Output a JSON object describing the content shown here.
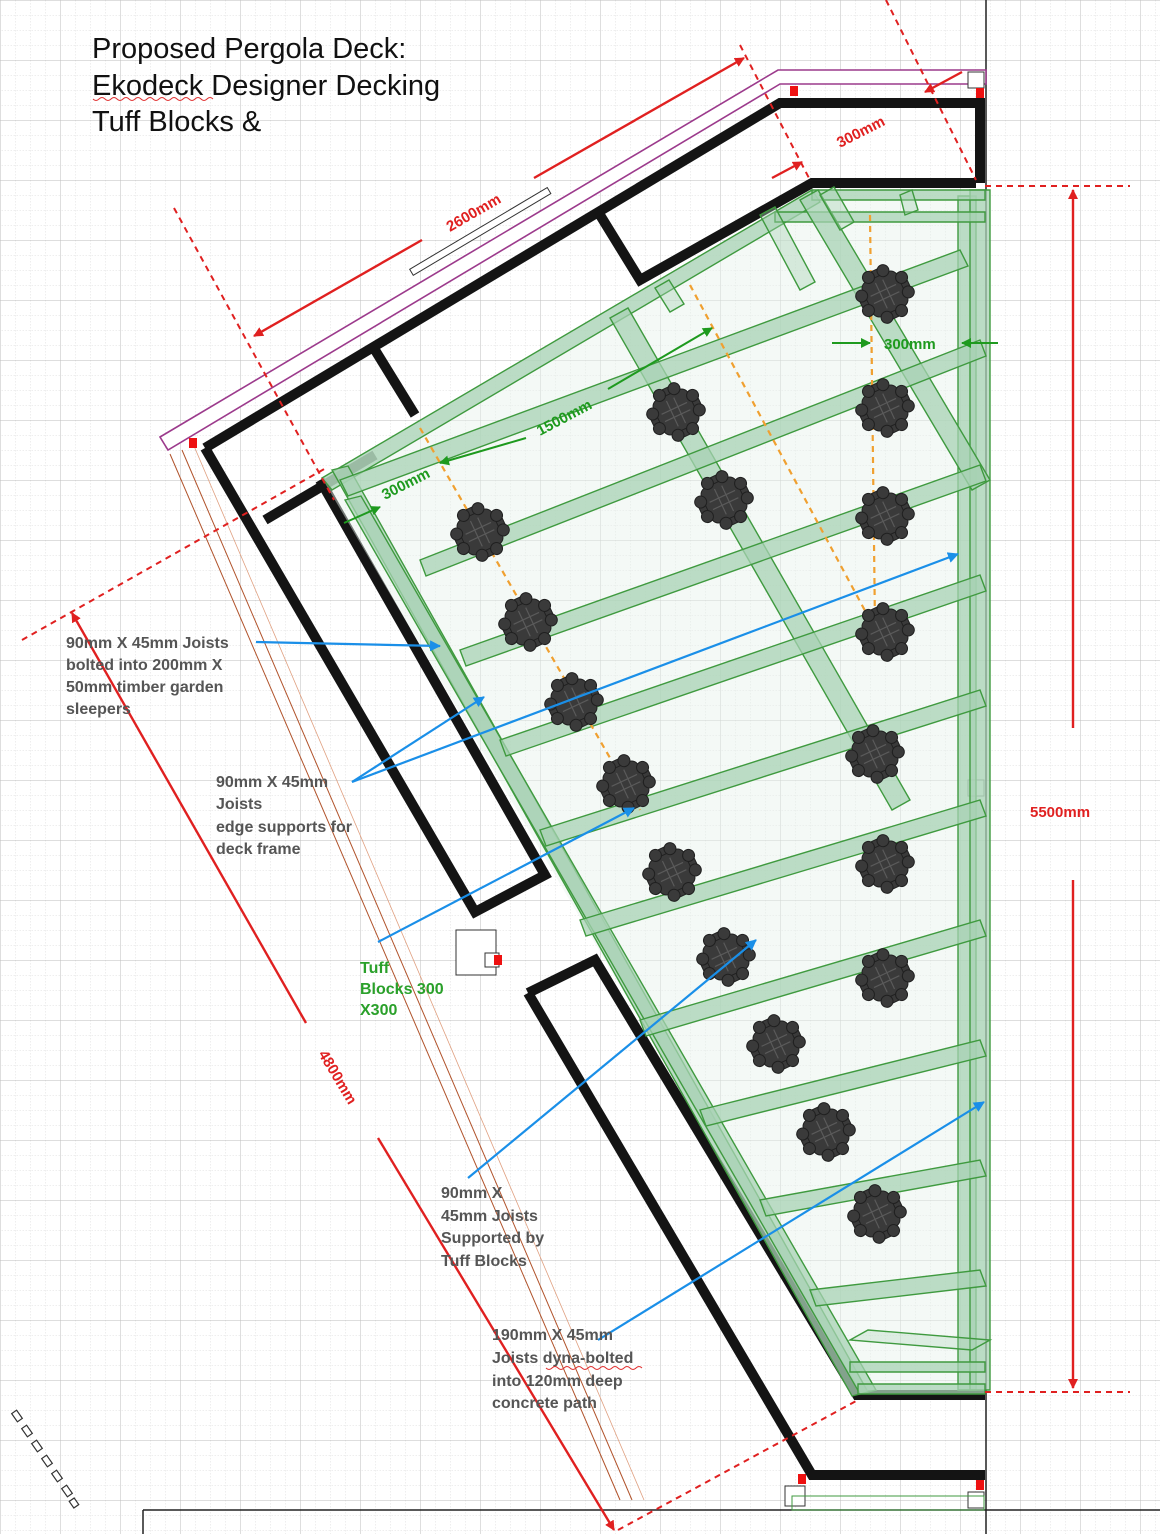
{
  "title": {
    "line1": "Proposed Pergola Deck:",
    "line2": "Ekodeck Designer Decking",
    "line3": "Tuff Blocks &"
  },
  "dimensions": {
    "d2600": "2600mm",
    "d300_top": "300mm",
    "d300_right": "300mm",
    "d1500": "1500mm",
    "d300_left": "300mm",
    "d5500": "5500mm",
    "d4800": "4800mm"
  },
  "annotations": {
    "sleeper_joists": [
      "90mm X 45mm Joists",
      "bolted into 200mm X",
      "50mm timber garden",
      "sleepers"
    ],
    "edge_supports": [
      "90mm X 45mm",
      "Joists",
      "edge supports for",
      "deck frame"
    ],
    "tuff_blocks": [
      "Tuff",
      "Blocks 300",
      "X300"
    ],
    "supported_joists": [
      "90mm X",
      "45mm Joists",
      "Supported by",
      "Tuff Blocks"
    ],
    "path_joists": [
      "190mm X 45mm",
      "Joists dyna-bolted",
      "into 120mm deep",
      "concrete path"
    ]
  },
  "colors": {
    "dimension": "#e02020",
    "frame": "#3f9a3f",
    "frame_fill": "#a8d2b4",
    "sleeper": "#141414",
    "pointer": "#1a8fe8",
    "block_line": "#f0a030",
    "fascia": "#9c3a8c"
  }
}
